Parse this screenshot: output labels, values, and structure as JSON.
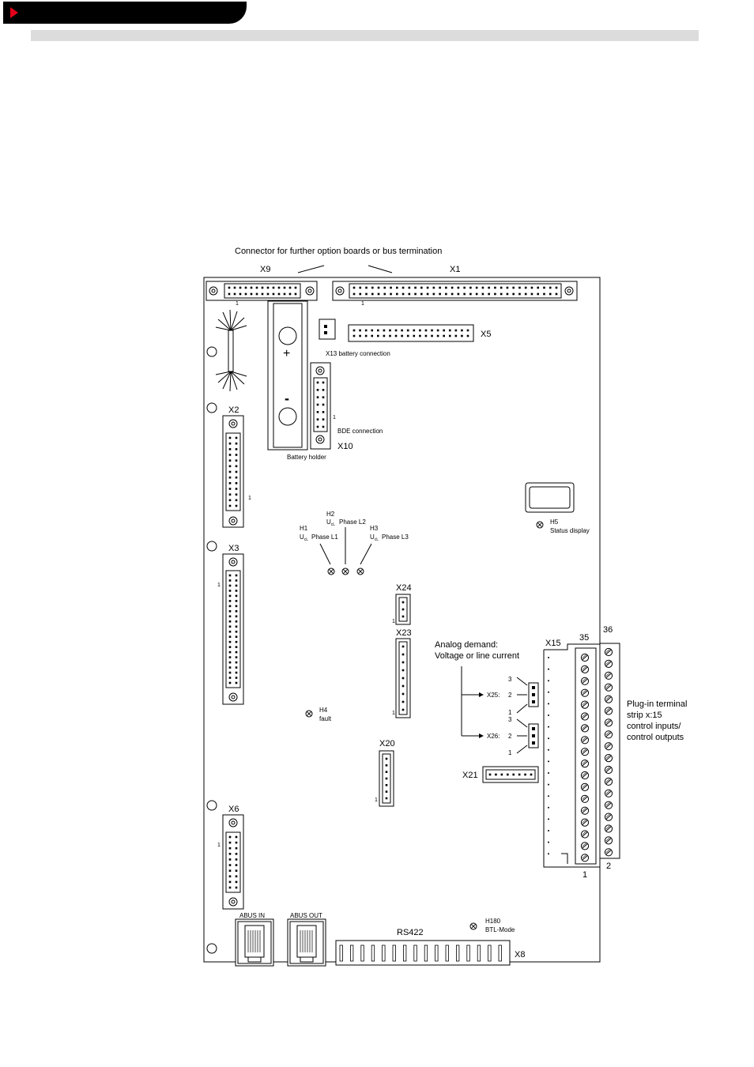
{
  "header": {
    "accent": "#e3001b",
    "band": "#dcdcdc"
  },
  "diagram": {
    "title": "Connector for further option boards or bus termination",
    "x9": "X9",
    "x1": "X1",
    "x5": "X5",
    "x13": "X13 battery connection",
    "battery_holder": "Battery holder",
    "plus": "+",
    "minus": "-",
    "x10": "X10",
    "bde": "BDE connection",
    "x2": "X2",
    "x3": "X3",
    "x6": "X6",
    "pin1": "1",
    "h1": "H1",
    "h2": "H2",
    "h3": "H3",
    "ucl": "U",
    "ucl_sub": "cL",
    "phase_l1": "Phase L1",
    "phase_l2": "Phase L2",
    "phase_l3": "Phase L3",
    "h5": "H5",
    "status": "Status display",
    "x24": "X24",
    "x23": "X23",
    "x20": "X20",
    "x21": "X21",
    "h4": "H4",
    "fault": "fault",
    "analog1": "Analog demand:",
    "analog2": "Voltage or line current",
    "x25": "X25:",
    "x26": "X26:",
    "j3": "3",
    "j2": "2",
    "j1": "1",
    "x15": "X15",
    "t35": "35",
    "t36": "36",
    "t1": "1",
    "t2": "2",
    "plugin1": "Plug-in terminal",
    "plugin2": "strip x:15",
    "plugin3": "control inputs/",
    "plugin4": "control outputs",
    "abus_in": "ABUS IN",
    "abus_out": "ABUS OUT",
    "rs422": "RS422",
    "h180": "H180",
    "btl": "BTL-Mode",
    "x8": "X8"
  }
}
